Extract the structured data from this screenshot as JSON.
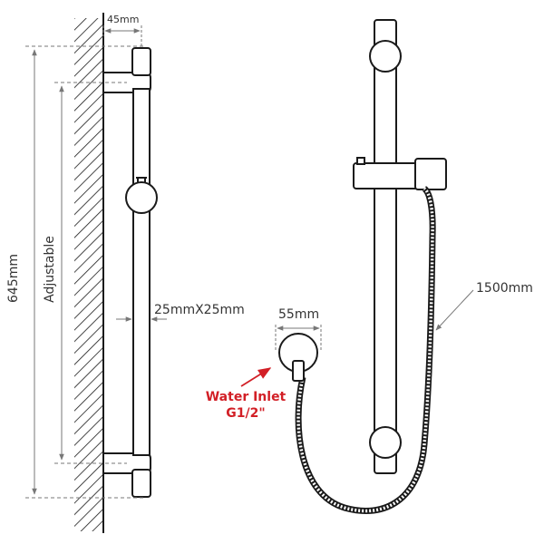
{
  "labels": {
    "bracket_offset": "45mm",
    "total_height": "645mm",
    "adjustable": "Adjustable",
    "bar_section": "25mmX25mm",
    "outlet_width": "55mm",
    "hose_length": "1500mm",
    "water_inlet_line1": "Water Inlet",
    "water_inlet_line2": "G1/2\""
  },
  "colors": {
    "line": "#1a1a1a",
    "dimension": "#777777",
    "callout": "#d21f26"
  }
}
